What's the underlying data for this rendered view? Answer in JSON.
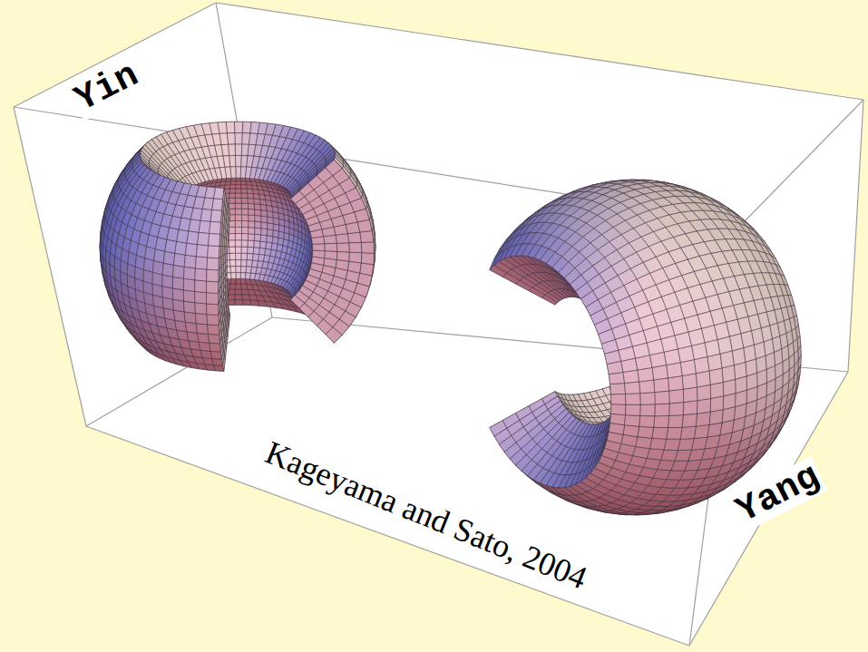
{
  "diagram": {
    "labels": [
      "Yin",
      "Yang",
      "Kageyama and Sato, 2004"
    ]
  }
}
